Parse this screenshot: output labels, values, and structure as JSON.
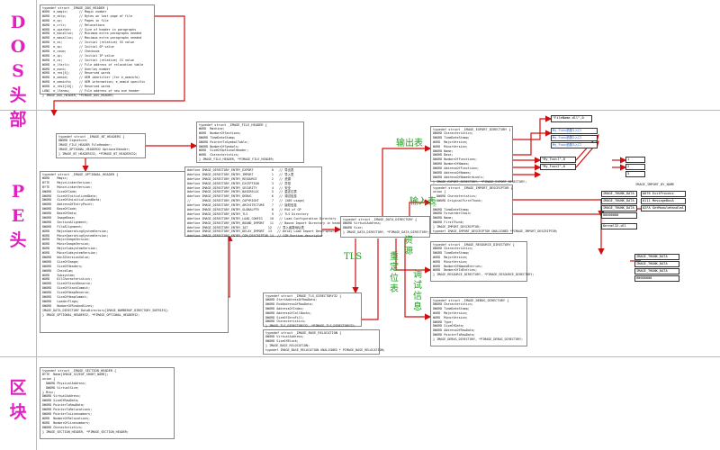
{
  "regions": {
    "dos": "DOS头部",
    "pe": "PE头",
    "section": "区块"
  },
  "dos_header": {
    "title": "typedef struct _IMAGE_DOS_HEADER {",
    "lines": [
      "WORD  e_magic;      // Magic number",
      "WORD  e_cblp;       // Bytes on last page of file",
      "WORD  e_cp;         // Pages in file",
      "WORD  e_crlc;       // Relocations",
      "WORD  e_cparhdr;    // Size of header in paragraphs",
      "WORD  e_minalloc;   // Minimum extra paragraphs needed",
      "WORD  e_maxalloc;   // Maximum extra paragraphs needed",
      "WORD  e_ss;         // Initial (relative) SS value",
      "WORD  e_sp;         // Initial SP value",
      "WORD  e_csum;       // Checksum",
      "WORD  e_ip;         // Initial IP value",
      "WORD  e_cs;         // Initial (relative) CS value",
      "WORD  e_lfarlc;     // File address of relocation table",
      "WORD  e_ovno;       // Overlay number",
      "WORD  e_res[4];     // Reserved words",
      "WORD  e_oemid;      // OEM identifier (for e_oeminfo)",
      "WORD  e_oeminfo;    // OEM information; e_oemid specific",
      "WORD  e_res2[10];   // Reserved words",
      "LONG  e_lfanew;     // File address of new exe header",
      "} IMAGE_DOS_HEADER, *PIMAGE_DOS_HEADER;"
    ]
  },
  "nt_headers": {
    "title": "typedef struct _IMAGE_NT_HEADERS {",
    "lines": [
      "DWORD Signature;",
      "IMAGE_FILE_HEADER FileHeader;",
      "IMAGE_OPTIONAL_HEADER32 OptionalHeader;",
      "} IMAGE_NT_HEADERS32, *PIMAGE_NT_HEADERS32;"
    ]
  },
  "file_header": {
    "title": "typedef struct _IMAGE_FILE_HEADER {",
    "lines": [
      "WORD  Machine;",
      "WORD  NumberOfSections;",
      "DWORD TimeDateStamp;",
      "DWORD PointerToSymbolTable;",
      "DWORD NumberOfSymbols;",
      "WORD  SizeOfOptionalHeader;",
      "WORD  Characteristics;",
      "} IMAGE_FILE_HEADER, *PIMAGE_FILE_HEADER;"
    ]
  },
  "optional_header": {
    "title": "typedef struct _IMAGE_OPTIONAL_HEADER {",
    "lines": [
      "WORD    Magic;",
      "BYTE    MajorLinkerVersion;",
      "BYTE    MinorLinkerVersion;",
      "DWORD   SizeOfCode;",
      "DWORD   SizeOfInitializedData;",
      "DWORD   SizeOfUninitializedData;",
      "DWORD   AddressOfEntryPoint;",
      "DWORD   BaseOfCode;",
      "DWORD   BaseOfData;",
      "DWORD   ImageBase;",
      "DWORD   SectionAlignment;",
      "DWORD   FileAlignment;",
      "WORD    MajorOperatingSystemVersion;",
      "WORD    MinorOperatingSystemVersion;",
      "WORD    MajorImageVersion;",
      "WORD    MinorImageVersion;",
      "WORD    MajorSubsystemVersion;",
      "WORD    MinorSubsystemVersion;",
      "DWORD   Win32VersionValue;",
      "DWORD   SizeOfImage;",
      "DWORD   SizeOfHeaders;",
      "DWORD   CheckSum;",
      "WORD    Subsystem;",
      "WORD    DllCharacteristics;",
      "DWORD   SizeOfStackReserve;",
      "DWORD   SizeOfStackCommit;",
      "DWORD   SizeOfHeapReserve;",
      "DWORD   SizeOfHeapCommit;",
      "DWORD   LoaderFlags;",
      "DWORD   NumberOfRvaAndSizes;",
      "IMAGE_DATA_DIRECTORY DataDirectory[IMAGE_NUMBEROF_DIRECTORY_ENTRIES];",
      "} IMAGE_OPTIONAL_HEADER32, *PIMAGE_OPTIONAL_HEADER32;"
    ]
  },
  "directory_entries": {
    "lines": [
      "#define IMAGE_DIRECTORY_ENTRY_EXPORT          0   // 导出表",
      "#define IMAGE_DIRECTORY_ENTRY_IMPORT          1   // 导入表",
      "#define IMAGE_DIRECTORY_ENTRY_RESOURCE        2   // 资源",
      "#define IMAGE_DIRECTORY_ENTRY_EXCEPTION       3   // 异常",
      "#define IMAGE_DIRECTORY_ENTRY_SECURITY        4   // 安全",
      "#define IMAGE_DIRECTORY_ENTRY_BASERELOC       5   // 重定位表",
      "#define IMAGE_DIRECTORY_ENTRY_DEBUG           6   // 调试信息",
      "//      IMAGE_DIRECTORY_ENTRY_COPYRIGHT       7   // (X86 usage)",
      "#define IMAGE_DIRECTORY_ENTRY_ARCHITECTURE    7   // 版权信息",
      "#define IMAGE_DIRECTORY_ENTRY_GLOBALPTR       8   // RVA of GP",
      "#define IMAGE_DIRECTORY_ENTRY_TLS             9   // TLS Directory",
      "#define IMAGE_DIRECTORY_ENTRY_LOAD_CONFIG    10   // Load Configuration Directory",
      "#define IMAGE_DIRECTORY_ENTRY_BOUND_IMPORT   11   // Bound Import Directory in headers",
      "#define IMAGE_DIRECTORY_ENTRY_IAT           12   // 导入函数地址表",
      "#define IMAGE_DIRECTORY_ENTRY_DELAY_IMPORT  13   // Delay Load Import Descriptors",
      "#define IMAGE_DIRECTORY_ENTRY_COM_DESCRIPTOR 14  // COM Runtime descriptor"
    ]
  },
  "data_directory": {
    "title": "typedef struct _IMAGE_DATA_DIRECTORY {",
    "lines": [
      "DWORD VirtualAddress;",
      "DWORD Size;",
      "} IMAGE_DATA_DIRECTORY, *PIMAGE_DATA_DIRECTORY;"
    ]
  },
  "export_directory": {
    "title": "typedef struct _IMAGE_EXPORT_DIRECTORY {",
    "lines": [
      "DWORD Characteristics;",
      "DWORD TimeDateStamp;",
      "WORD  MajorVersion;",
      "WORD  MinorVersion;",
      "DWORD Name;",
      "DWORD Base;",
      "DWORD NumberOfFunctions;",
      "DWORD NumberOfNames;",
      "DWORD AddressOfFunctions;",
      "DWORD AddressOfNames;",
      "DWORD AddressOfNameOrdinals;",
      "} IMAGE_EXPORT_DIRECTORY, *PIMAGE_EXPORT_DIRECTORY;"
    ]
  },
  "import_descriptor": {
    "title": "typedef struct _IMAGE_IMPORT_DESCRIPTOR {",
    "lines": [
      "union {",
      "  DWORD Characteristics;",
      "  DWORD OriginalFirstThunk;",
      "};",
      "DWORD TimeDateStamp;",
      "DWORD ForwarderChain;",
      "DWORD Name;",
      "DWORD FirstThunk;",
      "} IMAGE_IMPORT_DESCRIPTOR;",
      "typedef IMAGE_IMPORT_DESCRIPTOR UNALIGNED *PIMAGE_IMPORT_DESCRIPTOR;"
    ]
  },
  "resource_directory": {
    "title": "typedef struct _IMAGE_RESOURCE_DIRECTORY {",
    "lines": [
      "DWORD Characteristics;",
      "DWORD TimeDateStamp;",
      "WORD  MajorVersion;",
      "WORD  MinorVersion;",
      "WORD  NumberOfNamedEntries;",
      "WORD  NumberOfIdEntries;",
      "} IMAGE_RESOURCE_DIRECTORY, *PIMAGE_RESOURCE_DIRECTORY;"
    ]
  },
  "debug_directory": {
    "title": "typedef struct _IMAGE_DEBUG_DIRECTORY {",
    "lines": [
      "DWORD Characteristics;",
      "DWORD TimeDateStamp;",
      "WORD  MajorVersion;",
      "WORD  MinorVersion;",
      "DWORD Type;",
      "DWORD SizeOfData;",
      "DWORD AddressOfRawData;",
      "DWORD PointerToRawData;",
      "} IMAGE_DEBUG_DIRECTORY, *PIMAGE_DEBUG_DIRECTORY;"
    ]
  },
  "tls_directory": {
    "title": "typedef struct _IMAGE_TLS_DIRECTORY32 {",
    "lines": [
      "DWORD StartAddressOfRawData;",
      "DWORD EndAddressOfRawData;",
      "DWORD AddressOfIndex;",
      "DWORD AddressOfCallBacks;",
      "DWORD SizeOfZeroFill;",
      "DWORD Characteristics;",
      "} IMAGE_TLS_DIRECTORY32, *PIMAGE_TLS_DIRECTORY32;"
    ]
  },
  "base_relocation": {
    "title": "typedef struct _IMAGE_BASE_RELOCATION {",
    "lines": [
      "DWORD VirtualAddress;",
      "DWORD SizeOfBlock;",
      "} IMAGE_BASE_RELOCATION;",
      "typedef IMAGE_BASE_RELOCATION UNALIGNED * PIMAGE_BASE_RELOCATION;"
    ]
  },
  "section_header": {
    "title": "typedef struct _IMAGE_SECTION_HEADER {",
    "lines": [
      "BYTE  Name[IMAGE_SIZEOF_SHORT_NAME];",
      "union {",
      "  DWORD PhysicalAddress;",
      "  DWORD VirtualSize;",
      "} Misc;",
      "DWORD VirtualAddress;",
      "DWORD SizeOfRawData;",
      "DWORD PointerToRawData;",
      "DWORD PointerToRelocations;",
      "DWORD PointerToLinenumbers;",
      "WORD  NumberOfRelocations;",
      "WORD  NumberOfLinenumbers;",
      "DWORD Characteristics;",
      "} IMAGE_SECTION_HEADER, *PIMAGE_SECTION_HEADER;"
    ]
  },
  "edge_labels": {
    "export": "输出表",
    "import": "输入表",
    "tls": "TLS",
    "reloc": "重定位表",
    "resource": "资源",
    "debug": "调试信息"
  },
  "export_table": {
    "dll_name": "\"FileName.dll\",0",
    "names": [
      "\"My_Func1\",0",
      "\"My_Func2\",0"
    ],
    "ordinals": [
      "1",
      "2",
      "3"
    ],
    "funcs": [
      "My_Func函数1入口",
      "My_Func函数2入口",
      "My_Func函数3入口"
    ]
  },
  "import_table": {
    "header": "IMAGE_IMPORT_BY_NAME",
    "thunks": [
      "IMAGE_THUNK_DATA",
      "IMAGE_THUNK_DATA",
      "IMAGE_THUNK_DATA",
      "00000000"
    ],
    "iat": [
      "IMAGE_THUNK_DATA",
      "IMAGE_THUNK_DATA",
      "IMAGE_THUNK_DATA",
      "00000000"
    ],
    "names": [
      "0076 ExitProcess",
      "0111 MessageBoxA",
      "02FA GetModuleHandleA"
    ],
    "dll": "Kernel32.dll"
  },
  "colors": {
    "arrow": "#d01010",
    "label": "#20a020",
    "region": "#e020c0"
  }
}
